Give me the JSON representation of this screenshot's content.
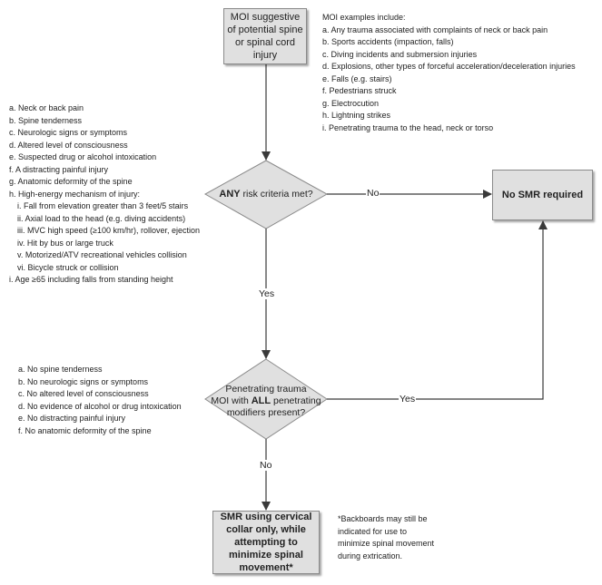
{
  "moi_box": {
    "text": "MOI suggestive of potential spine or spinal cord injury"
  },
  "moi_examples": {
    "heading": "MOI examples include:",
    "items": [
      "a. Any trauma associated with complaints of neck or back pain",
      "b. Sports accidents (impaction, falls)",
      "c. Diving incidents and submersion injuries",
      "d. Explosions, other types of forceful acceleration/deceleration injuries",
      "e. Falls (e.g. stairs)",
      "f. Pedestrians struck",
      "g. Electrocution",
      "h. Lightning strikes",
      "i. Penetrating trauma to the head, neck or torso"
    ]
  },
  "risk_criteria": {
    "items": [
      "a. Neck or back pain",
      "b. Spine tenderness",
      "c. Neurologic signs or symptoms",
      "d. Altered level of consciousness",
      "e. Suspected drug or alcohol intoxication",
      "f. A distracting painful injury",
      "g. Anatomic deformity of the spine",
      "h. High-energy mechanism of injury:",
      "i. Fall from elevation greater than 3 feet/5 stairs",
      "ii. Axial load to the head (e.g. diving accidents)",
      "iii. MVC high speed (≥100 km/hr), rollover, ejection",
      "iv. Hit by bus or large truck",
      "v. Motorized/ATV recreational vehicles collision",
      "vi. Bicycle struck or collision",
      "i. Age ≥65 including falls from standing height"
    ]
  },
  "decision1": {
    "bold": "ANY",
    "rest": " risk criteria met?"
  },
  "decision2": {
    "line1": "Penetrating trauma",
    "line2_pre": "MOI with ",
    "line2_bold": "ALL",
    "line2_post": " penetrating",
    "line3": "modifiers present?"
  },
  "penetrating_modifiers": {
    "items": [
      "a. No spine tenderness",
      "b. No neurologic signs or symptoms",
      "c. No altered level of consciousness",
      "d. No evidence of alcohol or drug intoxication",
      "e. No distracting painful injury",
      "f. No anatomic deformity of the spine"
    ]
  },
  "no_smr_box": {
    "text": "No SMR required"
  },
  "smr_box": {
    "text": "SMR using cervical collar only, while attempting to minimize spinal movement*"
  },
  "edge_labels": {
    "d1_no": "No",
    "d1_yes": "Yes",
    "d2_yes": "Yes",
    "d2_no": "No"
  },
  "footnote": "*Backboards may still be indicated for use to minimize spinal movement during extrication.",
  "colors": {
    "box_fill": "#e0e0e0",
    "box_border": "#8a8a8a",
    "line": "#3a3a3a"
  }
}
